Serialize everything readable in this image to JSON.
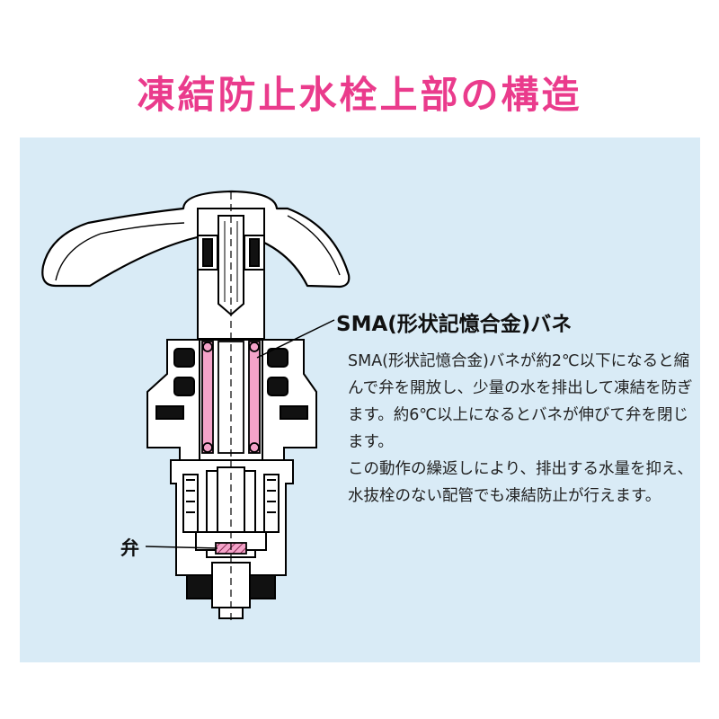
{
  "title": "凍結防止水栓上部の構造",
  "labels": {
    "sma_spring": "SMA(形状記憶合金)バネ",
    "valve": "弁"
  },
  "description": [
    "SMA(形状記憶合金)バネが約2℃以下になると縮んで弁を開放し、少量の水を排出して凍結を防ぎます。約6℃以上になるとバネが伸びて弁を閉じます。",
    "この動作の繰返しにより、排出する水量を抑え、水抜栓のない配管でも凍結防止が行えます。"
  ],
  "colors": {
    "title": "#ea3b8c",
    "panel_background": "#d9ebf6",
    "spring": "#f4a3c9",
    "outline": "#000000"
  }
}
